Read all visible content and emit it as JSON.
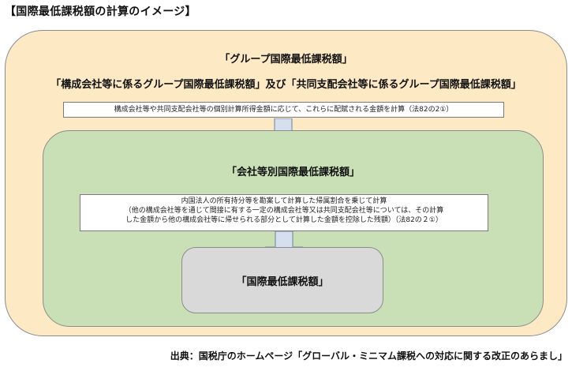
{
  "title": "【国際最低課税額の計算のイメージ】",
  "outer": {
    "heading_line1": "「グループ国際最低課税額」",
    "heading_line2": "「構成会社等に係るグループ国際最低課税額」及び「共同支配会社等に係るグループ国際最低課税額」",
    "note": "構成会社等や共同支配会社等の個別計算所得金額に応じて、これらに配賦される金額を計算（法82の2①）"
  },
  "middle": {
    "heading": "「会社等別国際最低課税額」",
    "note_lines": [
      "内国法人の所有持分等を勘案して計算した帰属割合を乗じて計算",
      "（他の構成会社等を通じて間接に有する一定の構成会社等又は共同支配会社等については、その計算",
      "した金額から他の構成会社等に帰せられる部分として計算した金額を控除した残額）（法82の２①）"
    ]
  },
  "inner": {
    "heading": "「国際最低課税額」"
  },
  "source": "出典：国税庁のホームページ「グローバル・ミニマム課税への対応に関する改正のあらまし」",
  "colors": {
    "outer_fill": "#fde9c4",
    "middle_fill": "#c9e0b6",
    "inner_fill": "#d9d9d9",
    "arrow_fill": "#d5dfee"
  }
}
